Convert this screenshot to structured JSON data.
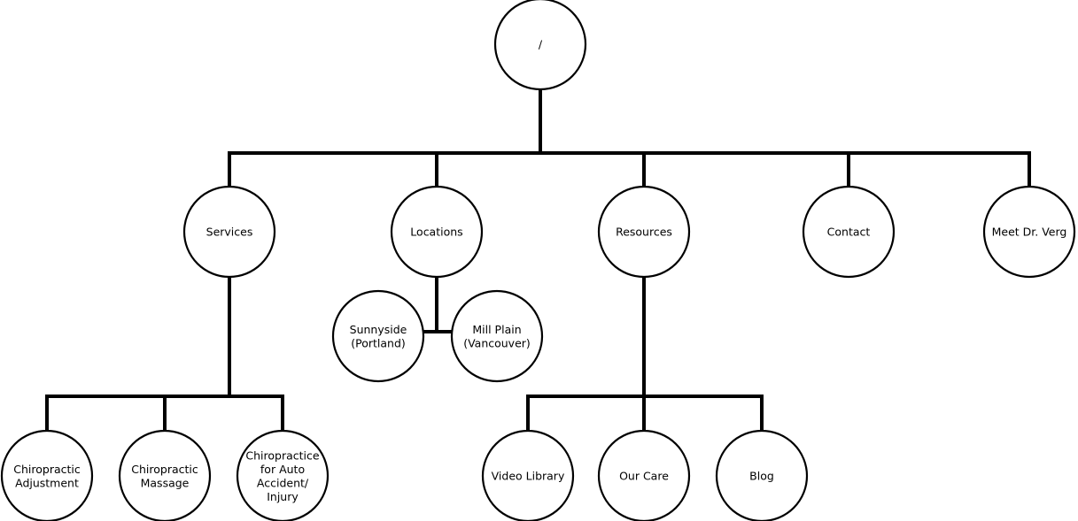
{
  "sitemap": {
    "root": {
      "label": "/"
    },
    "sections": {
      "services": {
        "label": "Services",
        "children": [
          {
            "label": "Chiropractic\nAdjustment"
          },
          {
            "label": "Chiropractic\nMassage"
          },
          {
            "label": "Chiropractice\nfor Auto\nAccident/\nInjury"
          }
        ]
      },
      "locations": {
        "label": "Locations",
        "children": [
          {
            "label": "Sunnyside\n(Portland)"
          },
          {
            "label": "Mill Plain\n(Vancouver)"
          }
        ]
      },
      "resources": {
        "label": "Resources",
        "children": [
          {
            "label": "Video Library"
          },
          {
            "label": "Our Care"
          },
          {
            "label": "Blog"
          }
        ]
      },
      "contact": {
        "label": "Contact"
      },
      "meet": {
        "label": "Meet Dr. Verg"
      }
    }
  }
}
